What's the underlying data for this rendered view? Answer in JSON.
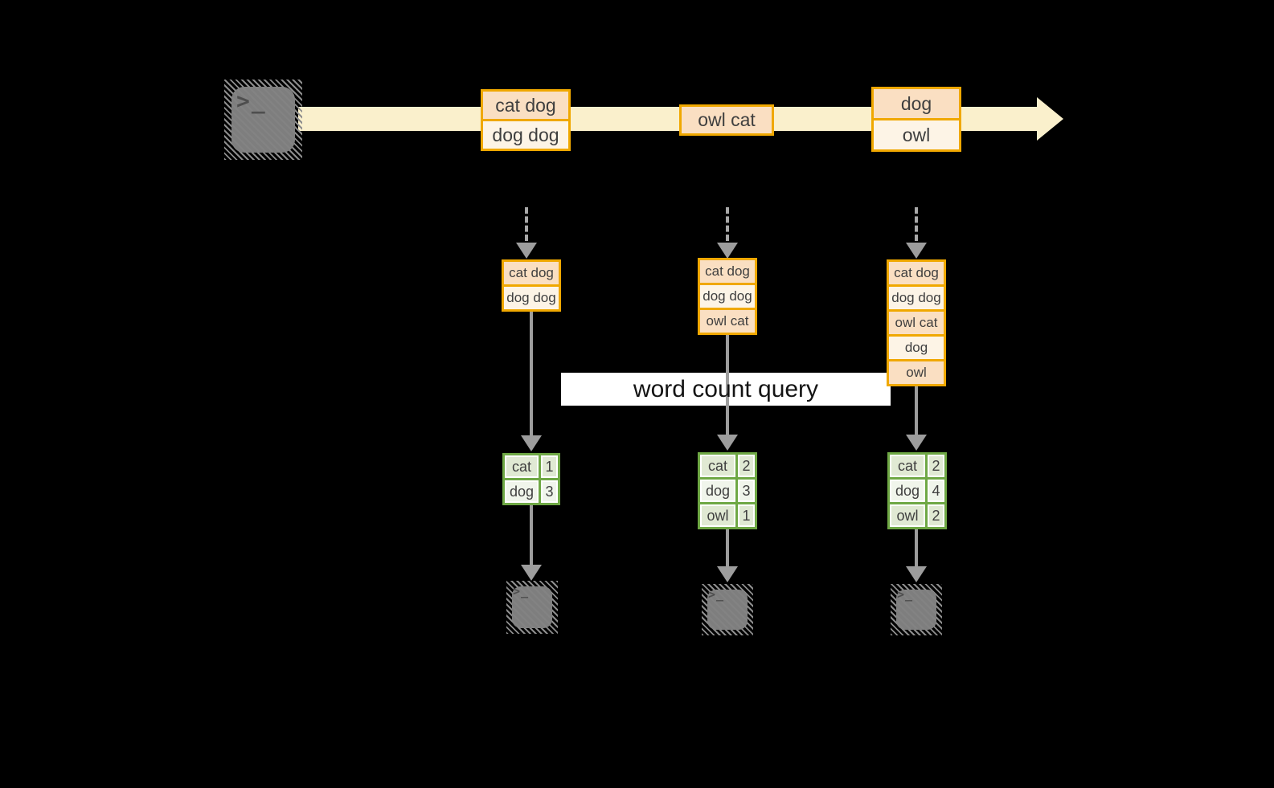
{
  "query": {
    "label": "word count query"
  },
  "icons": {
    "source": "terminal-icon",
    "consumer": "terminal-icon",
    "prompt": ">_"
  },
  "colors": {
    "background": "#000000",
    "stream_arrow": "#FAF0CC",
    "batch_border": "#F0A800",
    "batch_fill_dark": "#FADFC2",
    "batch_fill_light": "#FDF4E6",
    "flow_arrow_gray": "#9D9D9D",
    "table_border_green": "#6FA845",
    "table_fill_dark": "#E0E9D3",
    "table_fill_light": "#F0F5EB",
    "terminal_gray": "#7E7E7E",
    "label_background": "#FFFFFF",
    "box_text": "#3F3F3F"
  },
  "stream_batches": [
    {
      "lines": [
        "cat dog",
        "dog dog"
      ]
    },
    {
      "lines": [
        "owl cat"
      ]
    },
    {
      "lines": [
        "dog",
        "owl"
      ]
    }
  ],
  "buffers": [
    {
      "lines": [
        "cat dog",
        "dog dog"
      ]
    },
    {
      "lines": [
        "cat dog",
        "dog dog",
        "owl cat"
      ]
    },
    {
      "lines": [
        "cat dog",
        "dog dog",
        "owl cat",
        "dog",
        "owl"
      ]
    }
  ],
  "count_tables": [
    {
      "rows": [
        {
          "word": "cat",
          "count": "1"
        },
        {
          "word": "dog",
          "count": "3"
        }
      ]
    },
    {
      "rows": [
        {
          "word": "cat",
          "count": "2"
        },
        {
          "word": "dog",
          "count": "3"
        },
        {
          "word": "owl",
          "count": "1"
        }
      ]
    },
    {
      "rows": [
        {
          "word": "cat",
          "count": "2"
        },
        {
          "word": "dog",
          "count": "4"
        },
        {
          "word": "owl",
          "count": "2"
        }
      ]
    }
  ]
}
